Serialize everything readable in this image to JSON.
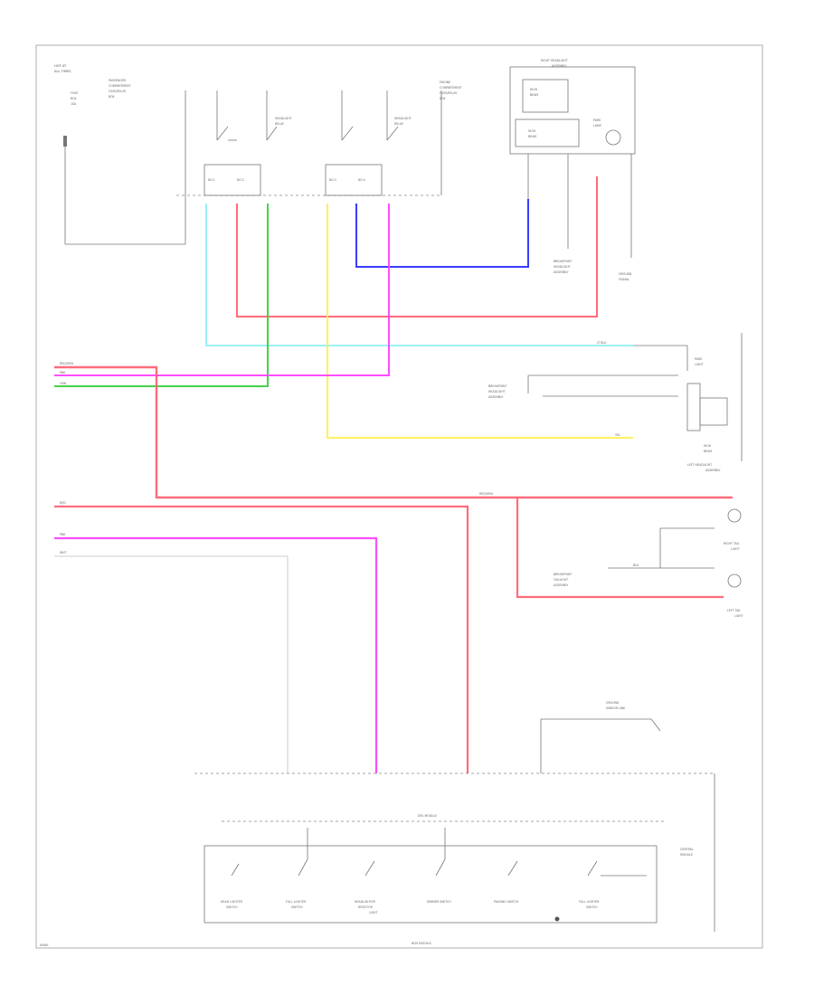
{
  "diagram": {
    "footer_code": "W46A",
    "top_left": {
      "fuse_label": [
        "HOT AT",
        "ALL TIMES"
      ],
      "fuse_note": [
        "FUSE",
        "BOX",
        "10A"
      ],
      "fuse_desc": [
        "PASSENGER",
        "COMPARTMENT",
        "FUSE/RELAY",
        "BOX"
      ]
    },
    "relays_left": {
      "labels": [
        "HEADLIGHT",
        "RELAY"
      ],
      "pins": [
        "NO.1",
        "NO.2"
      ]
    },
    "relays_right": {
      "labels": [
        "HEADLIGHT",
        "RELAY"
      ],
      "pins": [
        "NO.3",
        "NO.4"
      ]
    },
    "relay_box_desc": [
      "ENGINE",
      "COMPARTMENT",
      "FUSE/RELAY",
      "BOX"
    ],
    "right_headlight": {
      "title": [
        "RIGHT HEADLIGHT",
        "ASSEMBLY"
      ],
      "low": [
        "HIGH",
        "BEAM"
      ],
      "high": [
        "HIGH",
        "BEAM"
      ],
      "park": [
        "PARK",
        "LAMP"
      ],
      "ground": [
        "GROUND",
        "SIGNAL"
      ],
      "ground2": [
        "BREAKPOINT",
        "HEADLIGHT",
        "ASSEMBLY"
      ]
    },
    "left_headlight": {
      "title": [
        "LEFT HEADLIGHT",
        "ASSEMBLY"
      ],
      "park": [
        "PARK",
        "LIGHT"
      ],
      "ground": [
        "BREAKPOINT",
        "HEADLIGHT",
        "ASSEMBLY"
      ],
      "lamp": [
        "HIGH",
        "BEAM"
      ]
    },
    "tail": {
      "right": [
        "RIGHT TAIL",
        "LIGHT"
      ],
      "left": [
        "LEFT TAIL",
        "LIGHT"
      ],
      "ground": [
        "BREAKPOINT",
        "TAILLIGHT",
        "ASSEMBLY"
      ]
    },
    "wire_tags": {
      "w1": "RED/GRN",
      "w2": "PNK",
      "w3": "GRN",
      "w4": "RED",
      "w5": "PNK",
      "w6": "WHT",
      "lb": "LT BLU",
      "yel": "YEL",
      "blk": "BLK",
      "red2": "RED/GRN"
    },
    "ground_note": [
      "GROUND",
      "SENSOR LINE"
    ],
    "bottom": {
      "unit_label": "DRL MODULE",
      "unit_side": [
        "CENTRAL",
        "MODULE"
      ],
      "footer_label": "BCM MODULE",
      "switches": [
        [
          "HEAD LIGHTER",
          "SWITCH"
        ],
        [
          "FULL LIGHTER",
          "SWITCH"
        ],
        [
          "HEADLIGHTER",
          "RESISTOR",
          "LIGHT"
        ],
        [
          "DIMMER SWITCH"
        ],
        [
          "PASSING SWITCH"
        ],
        [
          "FULL LIGHTER",
          "SWITCH"
        ]
      ]
    }
  }
}
